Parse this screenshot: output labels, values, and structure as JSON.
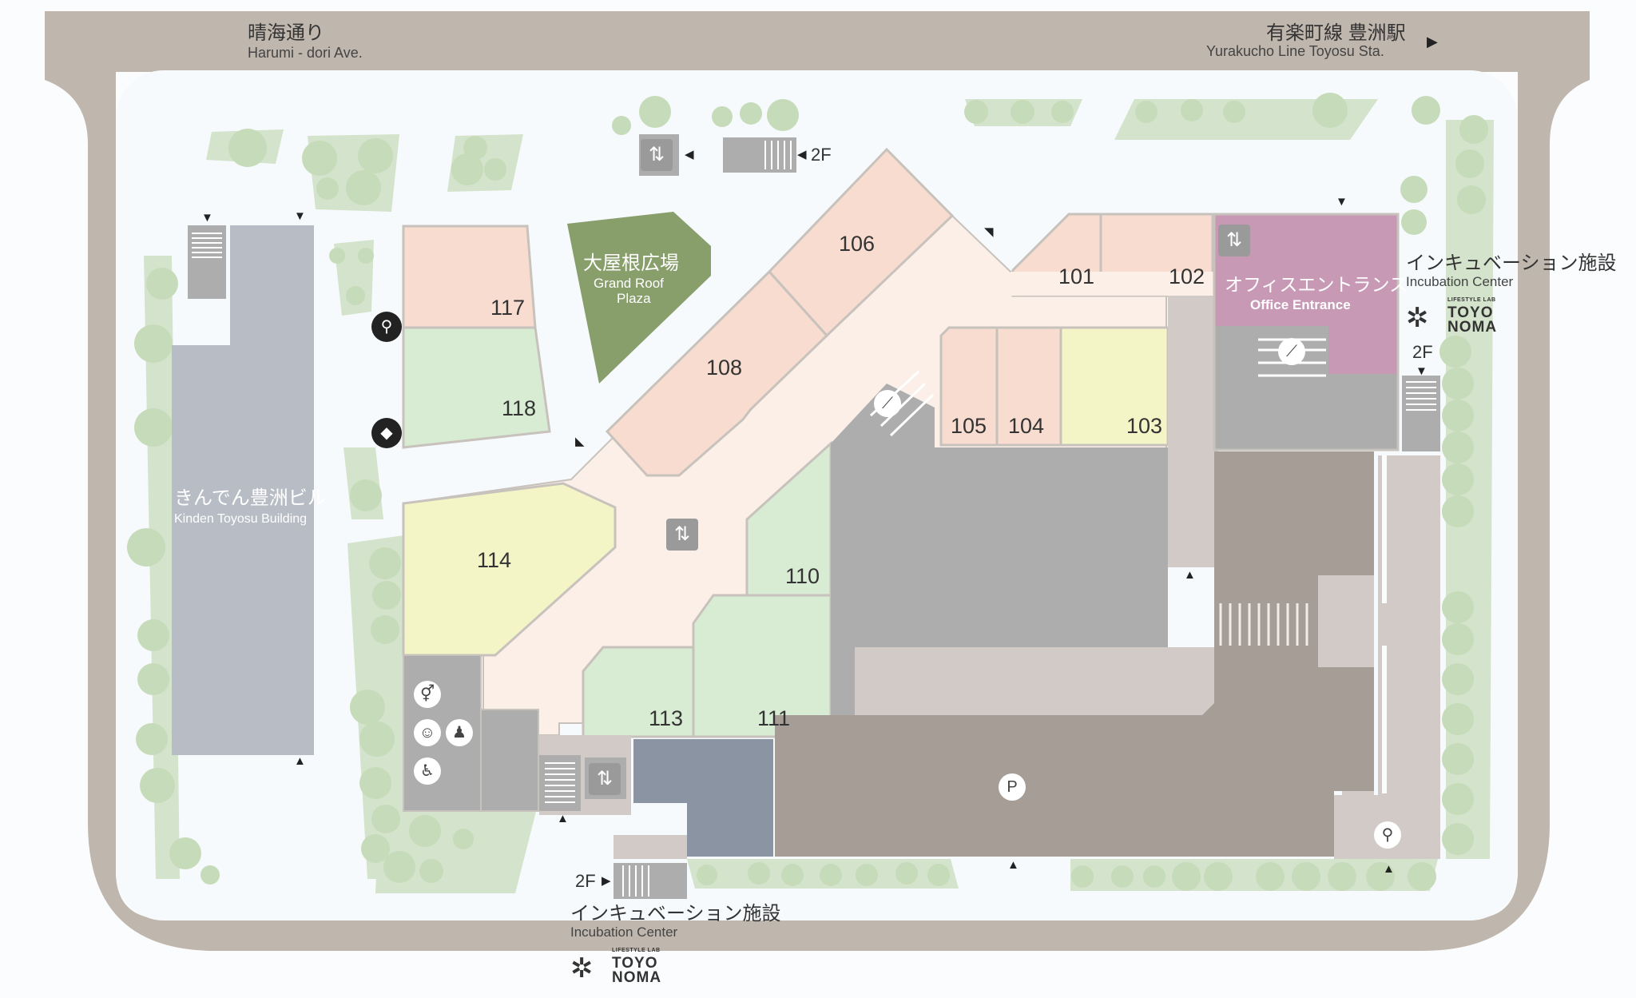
{
  "roads": {
    "harumi_jp": "晴海通り",
    "harumi_en": "Harumi - dori Ave.",
    "station_jp": "有楽町線 豊洲駅",
    "station_en": "Yurakucho Line Toyosu Sta."
  },
  "buildings": {
    "kinden_jp": "きんでん豊洲ビル",
    "kinden_en": "Kinden Toyosu Building",
    "plaza_jp": "大屋根広場",
    "plaza_en1": "Grand Roof",
    "plaza_en2": "Plaza",
    "office_jp": "オフィスエントランス",
    "office_en": "Office Entrance",
    "incubation_jp": "インキュベーション施設",
    "incubation_en": "Incubation Center",
    "logo_small": "LIFESTYLE LAB",
    "logo_line1": "TOYO",
    "logo_line2": "NOMA"
  },
  "floor_label": "2F",
  "units": [
    "101",
    "102",
    "103",
    "104",
    "105",
    "106",
    "108",
    "110",
    "111",
    "113",
    "114",
    "117",
    "118"
  ],
  "colors": {
    "road": "#bfb6ad",
    "shop_pink": "#f7dccf",
    "shop_green": "#d8ebd3",
    "shop_yellow": "#f4f5c6",
    "corridor": "#fbefe8",
    "gray": "#adadae",
    "parking": "#a69d96",
    "office": "#c899b5",
    "plaza": "#889e6b",
    "kinden": "#b8bcc4",
    "tree": "#d2e2c8"
  },
  "icons": {
    "elevator": "elevator-icon",
    "escalator": "escalator-icon",
    "bicycle": "bicycle-icon",
    "dog": "dog-icon",
    "restroom": "restroom-icon",
    "parking": "parking-icon",
    "wheelchair": "wheelchair-icon",
    "nursing": "nursing-room-icon",
    "baby": "baby-care-icon"
  }
}
